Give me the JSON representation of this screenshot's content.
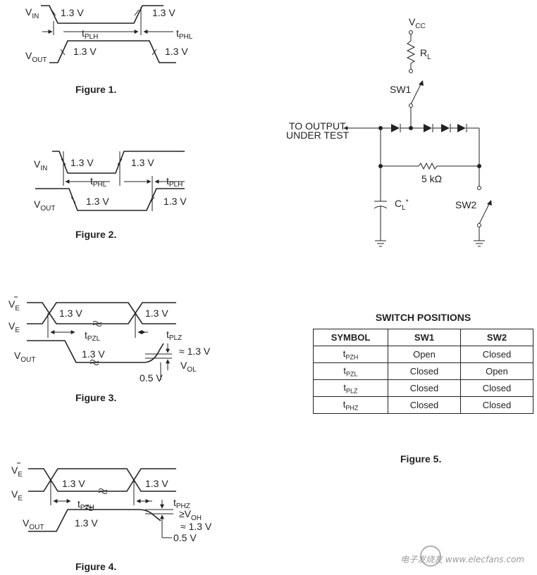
{
  "figure1": {
    "caption": "Figure 1.",
    "vin": "V",
    "vin_sub": "IN",
    "vout": "V",
    "vout_sub": "OUT",
    "level_a": "1.3 V",
    "level_b": "1.3 V",
    "level_c": "1.3 V",
    "level_d": "1.3 V",
    "t1": "t",
    "t1_sub": "PLH",
    "t2": "t",
    "t2_sub": "PHL"
  },
  "figure2": {
    "caption": "Figure 2.",
    "vin": "V",
    "vin_sub": "IN",
    "vout": "V",
    "vout_sub": "OUT",
    "level_a": "1.3 V",
    "level_b": "1.3 V",
    "level_c": "1.3 V",
    "level_d": "1.3 V",
    "t1": "t",
    "t1_sub": "PHL",
    "t2": "t",
    "t2_sub": "PLH"
  },
  "figure3": {
    "caption": "Figure 3.",
    "ve_bar": "V",
    "ve_bar_sub": "E",
    "ve": "V",
    "ve_sub": "E",
    "vout": "V",
    "vout_sub": "OUT",
    "level_a": "1.3 V",
    "level_b": "1.3 V",
    "level_c": "1.3 V",
    "t1": "t",
    "t1_sub": "PZL",
    "t2": "t",
    "t2_sub": "PLZ",
    "approx": "≈ 1.3 V",
    "vol": "V",
    "vol_sub": "OL",
    "v05": "0.5 V"
  },
  "figure4": {
    "caption": "Figure 4.",
    "ve_bar": "V",
    "ve_bar_sub": "E",
    "ve": "V",
    "ve_sub": "E",
    "vout": "V",
    "vout_sub": "OUT",
    "level_a": "1.3 V",
    "level_b": "1.3 V",
    "level_c": "1.3 V",
    "t1": "t",
    "t1_sub": "PZH",
    "t2": "t",
    "t2_sub": "PHZ",
    "voh_prefix": "≥V",
    "voh_sub": "OH",
    "approx": "≈ 1.3 V",
    "v05": "0.5 V"
  },
  "figure5": {
    "caption": "Figure 5.",
    "vcc": "V",
    "vcc_sub": "CC",
    "rl": "R",
    "rl_sub": "L",
    "sw1": "SW1",
    "sw2": "SW2",
    "output_line1": "TO OUTPUT",
    "output_line2": "UNDER TEST",
    "r5k": "5 kΩ",
    "cl": "C",
    "cl_sub": "L",
    "cl_star": "*"
  },
  "switch_table": {
    "title": "SWITCH POSITIONS",
    "headers": [
      "SYMBOL",
      "SW1",
      "SW2"
    ],
    "rows": [
      {
        "sym": "t",
        "sub": "PZH",
        "sw1": "Open",
        "sw2": "Closed"
      },
      {
        "sym": "t",
        "sub": "PZL",
        "sw1": "Closed",
        "sw2": "Open"
      },
      {
        "sym": "t",
        "sub": "PLZ",
        "sw1": "Closed",
        "sw2": "Closed"
      },
      {
        "sym": "t",
        "sub": "PHZ",
        "sw1": "Closed",
        "sw2": "Closed"
      }
    ]
  },
  "watermark": "电子发烧友 www.elecfans.com"
}
